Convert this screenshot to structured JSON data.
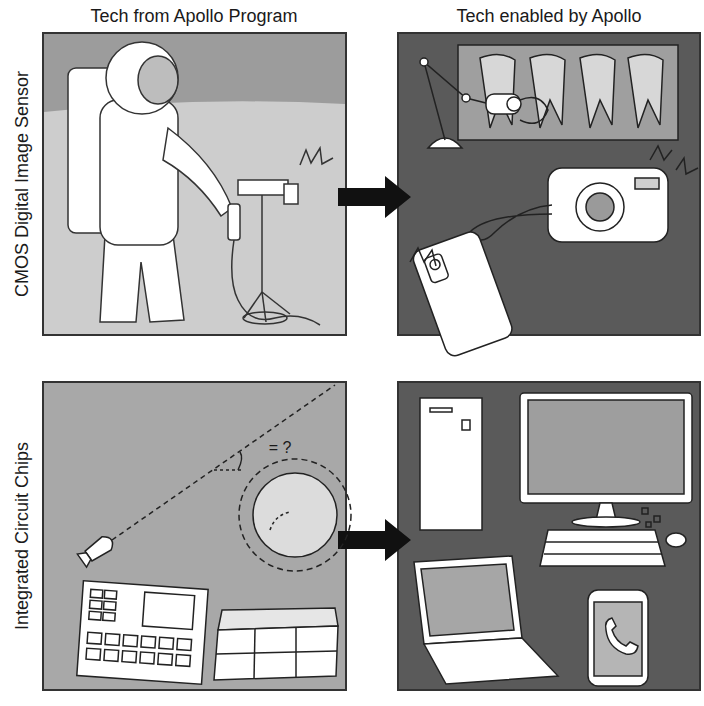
{
  "diagram": {
    "labels": [
      "Tech from Apollo Program",
      "Tech enabled by Apollo",
      "CMOS Digital Image Sensor",
      "Integrated Circuit Chips",
      "= ?"
    ]
  }
}
